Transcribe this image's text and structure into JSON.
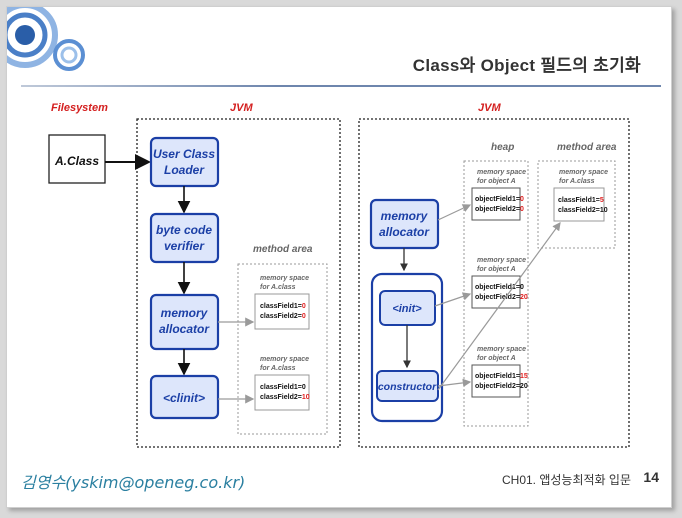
{
  "header": {
    "title": "Class와 Object 필드의 초기화"
  },
  "footer": {
    "author": "김영수(yskim@openeg.co.kr)",
    "course": "CH01. 앱성능최적화 입문",
    "page": "14"
  },
  "colors": {
    "accent_blue": "#1b3fa6",
    "red_value": "#e02020",
    "box_fill": "#dde6fb"
  },
  "left": {
    "filesystem_label": "Filesystem",
    "jvm_label": "JVM",
    "file_box": "A.Class",
    "loader_line1": "User Class",
    "loader_line2": "Loader",
    "verifier_line1": "byte code",
    "verifier_line2": "verifier",
    "allocator_line1": "memory",
    "allocator_line2": "allocator",
    "clinit": "<clinit>",
    "method_area_label": "method area",
    "mem1_caption1": "memory space",
    "mem1_caption2": "for A.class",
    "mem1_f1_name": "classField1=",
    "mem1_f1_val": "0",
    "mem1_f2_name": "classField2=",
    "mem1_f2_val": "0",
    "mem2_caption1": "memory space",
    "mem2_caption2": "for A.class",
    "mem2_f1_name": "classField1=",
    "mem2_f1_val": "0",
    "mem2_f2_name": "classField2=",
    "mem2_f2_val": "10"
  },
  "right": {
    "jvm_label": "JVM",
    "heap_label": "heap",
    "method_area_label": "method area",
    "allocator_line1": "memory",
    "allocator_line2": "allocator",
    "init": "<init>",
    "constructor": "constructor",
    "heap1_caption1": "memory space",
    "heap1_caption2": "for object A",
    "heap1_f1_name": "objectField1=",
    "heap1_f1_val": "0",
    "heap1_f2_name": "objectField2=",
    "heap1_f2_val": "0",
    "heap2_caption1": "memory space",
    "heap2_caption2": "for object A",
    "heap2_f1_name": "objectField1=",
    "heap2_f1_val": "0",
    "heap2_f2_name": "objectField2=",
    "heap2_f2_val": "20",
    "heap3_caption1": "memory space",
    "heap3_caption2": "for object A",
    "heap3_f1_name": "objectField1=",
    "heap3_f1_val": "15",
    "heap3_f2_name": "objectField2=20",
    "ma_caption1": "memory space",
    "ma_caption2": "for A.class",
    "ma_f1_name": "classField1=",
    "ma_f1_val": "5",
    "ma_f2_name": "classField2=10"
  }
}
